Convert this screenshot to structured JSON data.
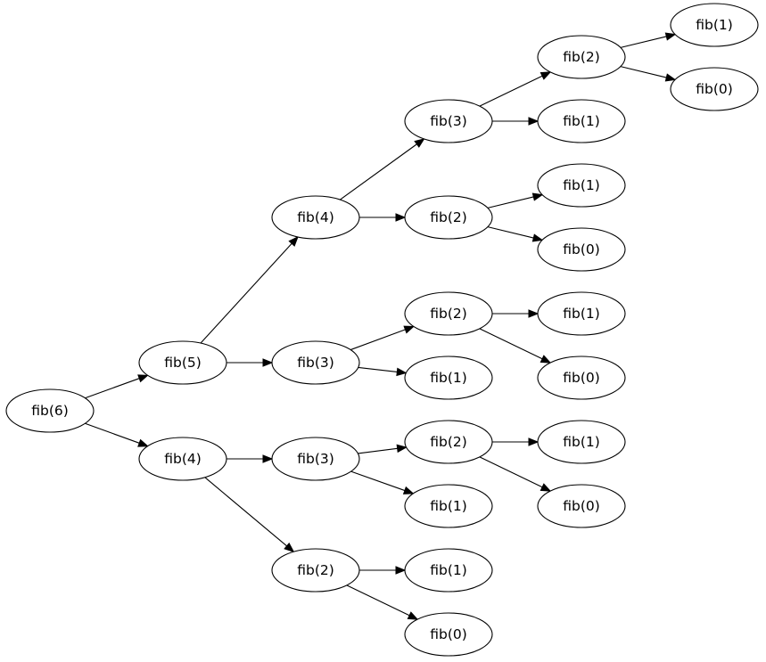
{
  "diagram": {
    "type": "tree",
    "orientation": "left-to-right",
    "colors": {
      "background": "#ffffff",
      "stroke": "#000000",
      "node_fill": "#ffffff",
      "text": "#000000"
    },
    "nodes": [
      {
        "id": "n0",
        "label": "fib(6)"
      },
      {
        "id": "n1",
        "label": "fib(5)"
      },
      {
        "id": "n2",
        "label": "fib(4)"
      },
      {
        "id": "n3",
        "label": "fib(4)"
      },
      {
        "id": "n4",
        "label": "fib(3)"
      },
      {
        "id": "n5",
        "label": "fib(3)"
      },
      {
        "id": "n6",
        "label": "fib(2)"
      },
      {
        "id": "n7",
        "label": "fib(3)"
      },
      {
        "id": "n8",
        "label": "fib(2)"
      },
      {
        "id": "n9",
        "label": "fib(2)"
      },
      {
        "id": "n10",
        "label": "fib(1)"
      },
      {
        "id": "n11",
        "label": "fib(2)"
      },
      {
        "id": "n12",
        "label": "fib(1)"
      },
      {
        "id": "n13",
        "label": "fib(1)"
      },
      {
        "id": "n14",
        "label": "fib(0)"
      },
      {
        "id": "n15",
        "label": "fib(2)"
      },
      {
        "id": "n16",
        "label": "fib(1)"
      },
      {
        "id": "n17",
        "label": "fib(1)"
      },
      {
        "id": "n18",
        "label": "fib(0)"
      },
      {
        "id": "n19",
        "label": "fib(1)"
      },
      {
        "id": "n20",
        "label": "fib(0)"
      },
      {
        "id": "n21",
        "label": "fib(1)"
      },
      {
        "id": "n22",
        "label": "fib(0)"
      },
      {
        "id": "n23",
        "label": "fib(1)"
      },
      {
        "id": "n24",
        "label": "fib(0)"
      }
    ],
    "edges": [
      {
        "from": "n0",
        "to": "n1"
      },
      {
        "from": "n0",
        "to": "n2"
      },
      {
        "from": "n1",
        "to": "n3"
      },
      {
        "from": "n1",
        "to": "n4"
      },
      {
        "from": "n2",
        "to": "n5"
      },
      {
        "from": "n2",
        "to": "n6"
      },
      {
        "from": "n3",
        "to": "n7"
      },
      {
        "from": "n3",
        "to": "n8"
      },
      {
        "from": "n4",
        "to": "n9"
      },
      {
        "from": "n4",
        "to": "n10"
      },
      {
        "from": "n5",
        "to": "n11"
      },
      {
        "from": "n5",
        "to": "n12"
      },
      {
        "from": "n6",
        "to": "n13"
      },
      {
        "from": "n6",
        "to": "n14"
      },
      {
        "from": "n7",
        "to": "n15"
      },
      {
        "from": "n7",
        "to": "n16"
      },
      {
        "from": "n8",
        "to": "n17"
      },
      {
        "from": "n8",
        "to": "n18"
      },
      {
        "from": "n9",
        "to": "n19"
      },
      {
        "from": "n9",
        "to": "n20"
      },
      {
        "from": "n11",
        "to": "n21"
      },
      {
        "from": "n11",
        "to": "n22"
      },
      {
        "from": "n15",
        "to": "n23"
      },
      {
        "from": "n15",
        "to": "n24"
      }
    ]
  }
}
